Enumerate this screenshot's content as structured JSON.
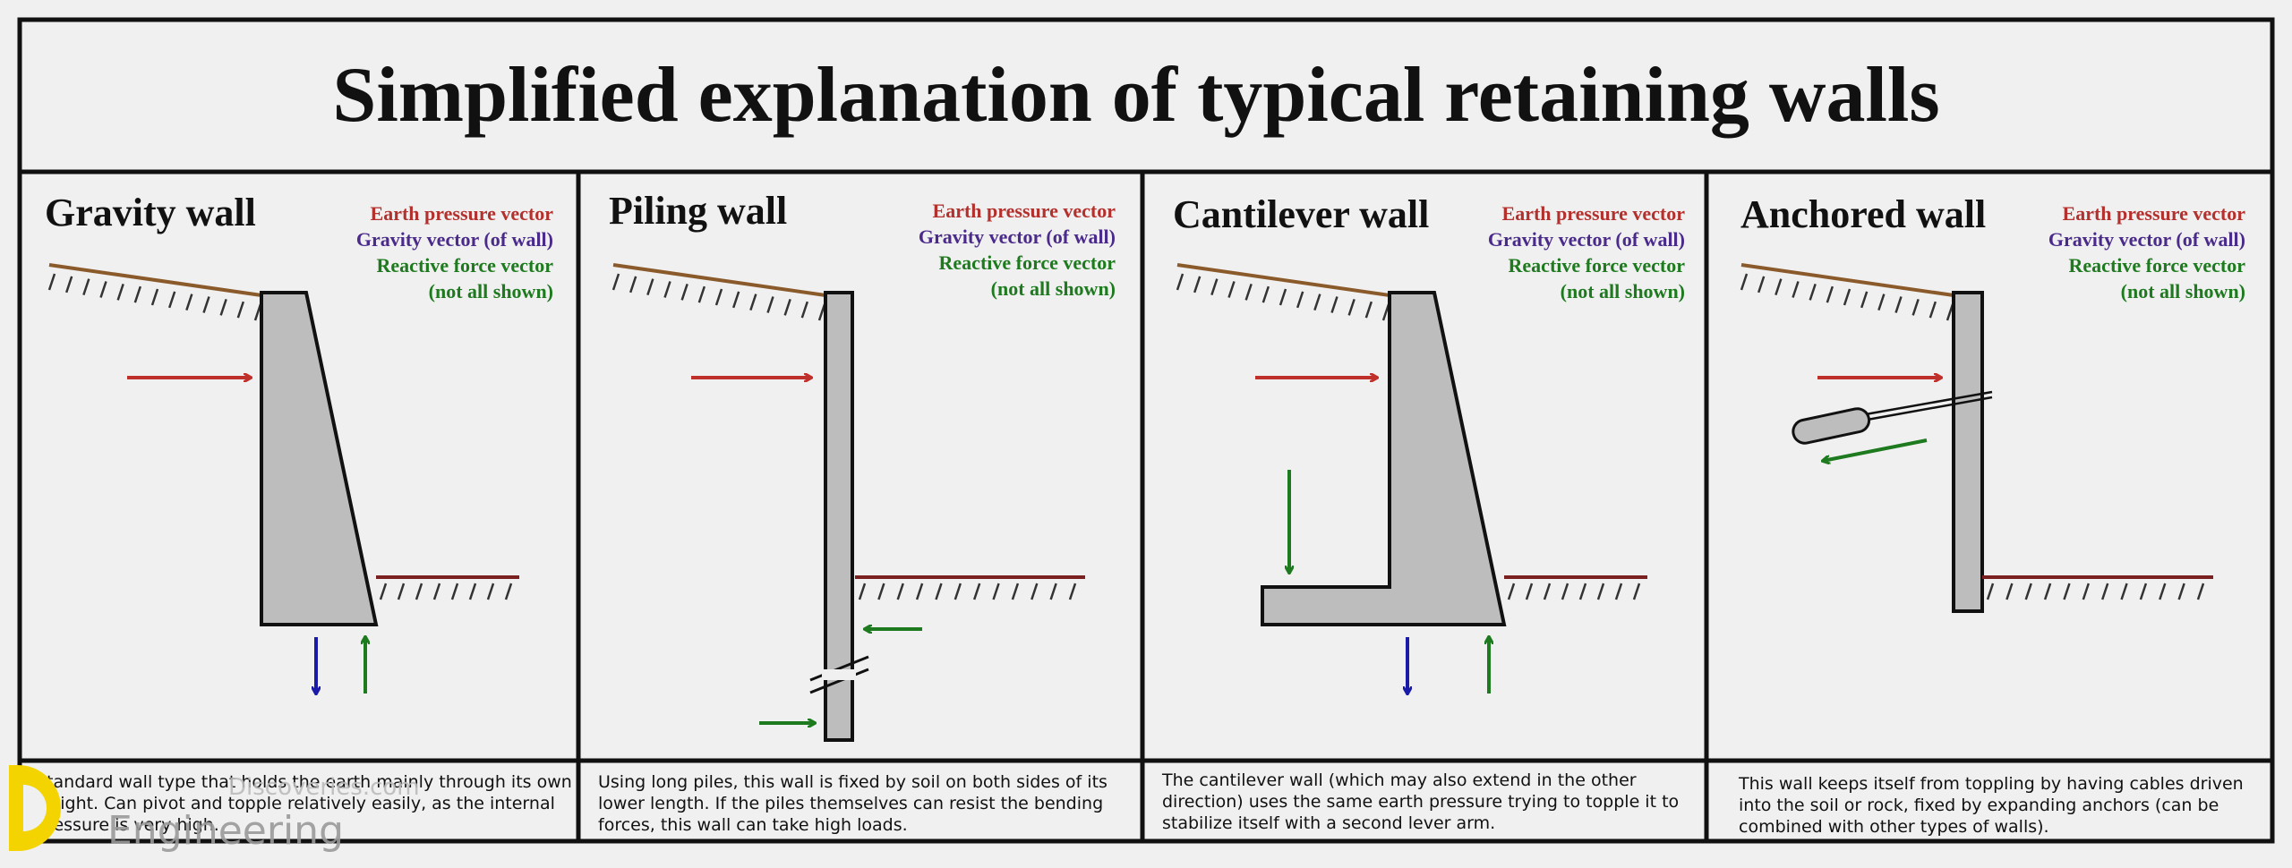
{
  "title": "Simplified explanation of typical retaining walls",
  "legend": {
    "earth": "Earth pressure vector",
    "gravity": "Gravity vector (of wall)",
    "reactive": "Reactive force vector",
    "note": "(not all shown)"
  },
  "colors": {
    "earth": "#c0302b",
    "gravity": "#1a1aa8",
    "reactive": "#1e7a1e",
    "wall_fill": "#bdbdbd",
    "soil_top": "#8b5a2b",
    "soil_base": "#7a2020"
  },
  "panels": [
    {
      "title": "Gravity wall",
      "description": "Standard wall type that holds the earth mainly through its own weight.  Can pivot and topple relatively easily, as the internal pressure is very high."
    },
    {
      "title": "Piling wall",
      "description": "Using long piles, this wall is fixed by soil on both sides of its lower length.  If the piles themselves can resist the bending forces, this wall can take high loads."
    },
    {
      "title": "Cantilever wall",
      "description": "The cantilever wall (which may also extend in the other direction) uses the same earth pressure trying to topple it to stabilize itself with a second lever arm."
    },
    {
      "title": "Anchored wall",
      "description": "This wall keeps itself from toppling by having cables driven into the soil or rock, fixed by expanding anchors (can be combined with other types of walls)."
    }
  ],
  "watermark": {
    "line1": "Discoveries.com",
    "line2": "Engineering"
  }
}
